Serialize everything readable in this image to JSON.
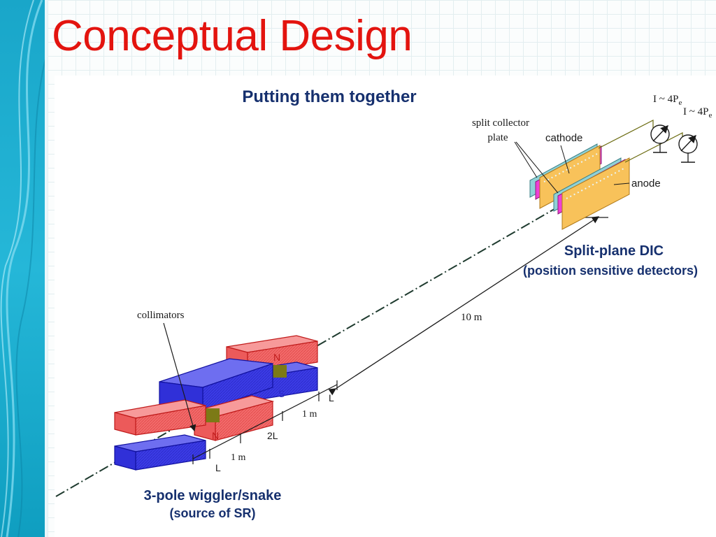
{
  "slide": {
    "title": "Conceptual Design"
  },
  "figure": {
    "heading": "Putting them together",
    "detector": {
      "caption_line1": "Split-plane DIC",
      "caption_line2": "(position sensitive detectors)",
      "split_collector_label_line1": "split collector",
      "split_collector_label_line2": "plate",
      "cathode_label": "cathode",
      "anode_label": "anode",
      "current_label_1": "I ~ 4P",
      "current_label_2": "I ~ 4P",
      "current_subscript": "e"
    },
    "distance_label": "10 m",
    "wiggler": {
      "caption_line1": "3-pole wiggler/snake",
      "caption_line2": "(source of SR)",
      "collimators_label": "collimators",
      "pole_labels": [
        "N",
        "S",
        "N"
      ],
      "dim_L_top": "L",
      "dim_1m_top": "1 m",
      "dim_2L": "2L",
      "dim_1m_bottom": "1 m",
      "dim_L_bottom": "L"
    },
    "colors": {
      "red_pole": "#f26b6b",
      "blue_pole": "#3c3ce6",
      "cathode": "#f8c25a",
      "collector_magenta": "#ef3fd6",
      "collector_teal": "#8fd2d6",
      "spacer": "#7c7a16",
      "title_red": "#e3140f",
      "caption_navy": "#16306e"
    }
  }
}
